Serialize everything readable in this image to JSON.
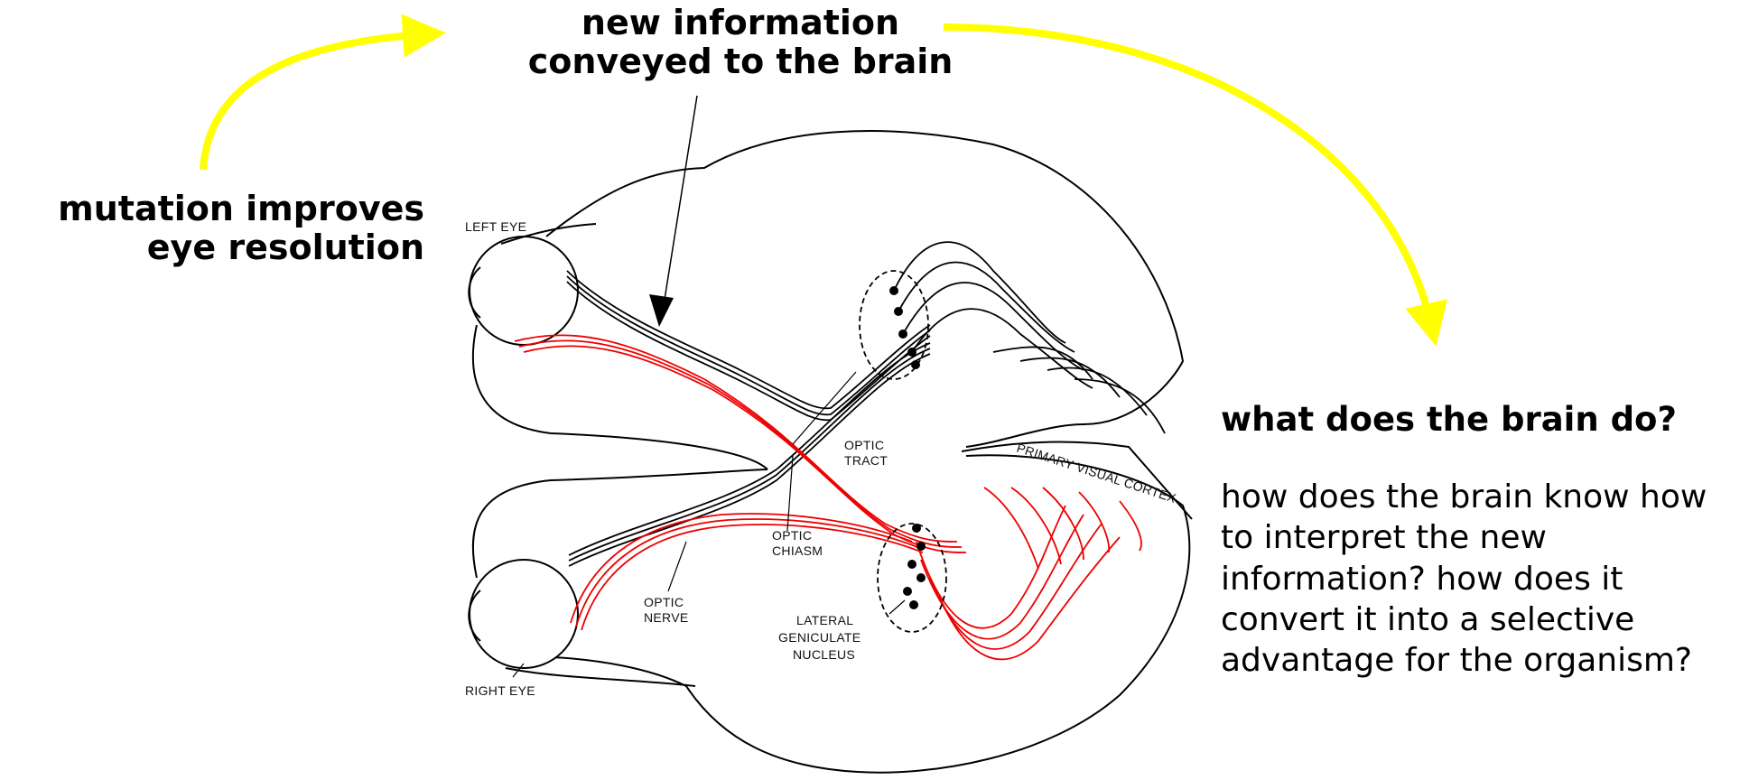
{
  "top_caption": {
    "line1": "new information",
    "line2": "conveyed to the brain"
  },
  "left_caption": {
    "line1": "mutation improves",
    "line2": "eye resolution"
  },
  "question": {
    "heading": "what does the brain do?",
    "body": "how does the brain know how to interpret the new information? how does it convert it into a selective advantage for the organism?"
  },
  "diagram_labels": {
    "left_eye": "LEFT EYE",
    "right_eye": "RIGHT EYE",
    "optic_tract_1": "OPTIC",
    "optic_tract_2": "TRACT",
    "optic_chiasm_1": "OPTIC",
    "optic_chiasm_2": "CHIASM",
    "optic_nerve_1": "OPTIC",
    "optic_nerve_2": "NERVE",
    "lgn_1": "LATERAL",
    "lgn_2": "GENICULATE",
    "lgn_3": "NUCLEUS",
    "visual_cortex": "PRIMARY VISUAL CORTEX"
  },
  "colors": {
    "arrow": "#ffff00",
    "highlight_pathway": "#ee0000",
    "outline": "#000000"
  }
}
